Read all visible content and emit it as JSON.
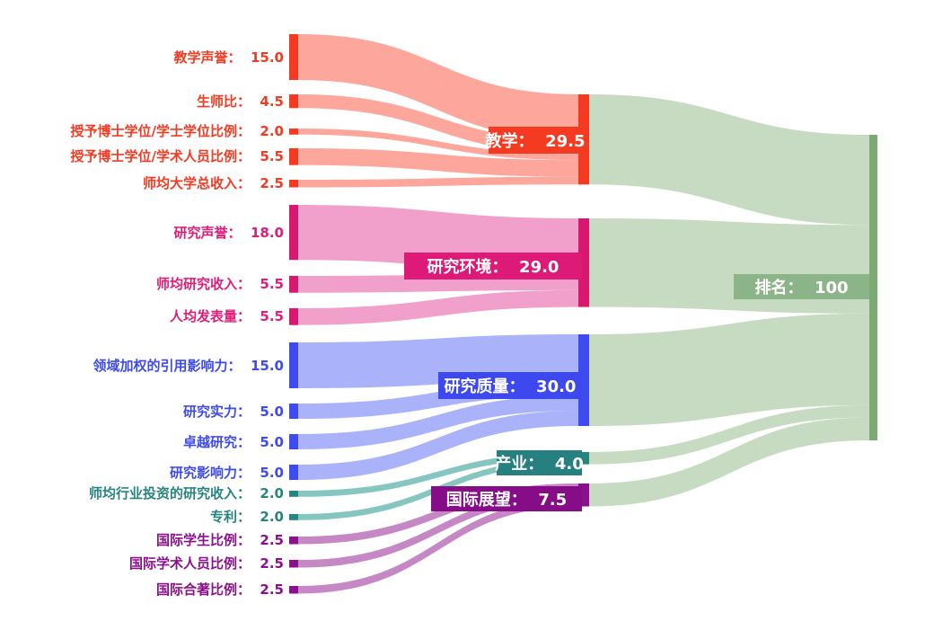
{
  "chart_data": {
    "type": "sankey",
    "title": "",
    "legend": null,
    "columns": [
      "criteria",
      "pillars",
      "total"
    ],
    "groups": {
      "teaching": {
        "node": "#f43b22",
        "flow": "#fda69c",
        "box": "#f43b22",
        "text": "#f43b22"
      },
      "research_env": {
        "node": "#d8186f",
        "flow": "#f0a0ca",
        "box": "#de1a78",
        "text": "#e21d78"
      },
      "research_quality": {
        "node": "#3e4bf0",
        "flow": "#aab2fa",
        "box": "#3d49ee",
        "text": "#3e4bf0"
      },
      "industry": {
        "node": "#28847e",
        "flow": "#85c7c0",
        "box": "#26807f",
        "text": "#28847e"
      },
      "international": {
        "node": "#8b118c",
        "flow": "#c688c4",
        "box": "#870d88",
        "text": "#8b118c"
      },
      "rank": {
        "node": "#7baa73",
        "flow": "#c7dbc2",
        "box": "#8cb489",
        "text": "#ffffff"
      }
    },
    "nodes": [
      {
        "id": "teach_rep",
        "label": "教学声誉",
        "value": "15.0",
        "group": "teaching",
        "col": 0
      },
      {
        "id": "staff_ratio",
        "label": "生师比",
        "value": "4.5",
        "group": "teaching",
        "col": 0
      },
      {
        "id": "phd_bachelor",
        "label": "授予博士学位/学士学位比例",
        "value": "2.0",
        "group": "teaching",
        "col": 0
      },
      {
        "id": "phd_staff",
        "label": "授予博士学位/学术人员比例",
        "value": "5.5",
        "group": "teaching",
        "col": 0
      },
      {
        "id": "inst_income",
        "label": "师均大学总收入",
        "value": "2.5",
        "group": "teaching",
        "col": 0
      },
      {
        "id": "res_rep",
        "label": "研究声誉",
        "value": "18.0",
        "group": "research_env",
        "col": 0
      },
      {
        "id": "res_income",
        "label": "师均研究收入",
        "value": "5.5",
        "group": "research_env",
        "col": 0
      },
      {
        "id": "pubs_per_capita",
        "label": "人均发表量",
        "value": "5.5",
        "group": "research_env",
        "col": 0
      },
      {
        "id": "fwci",
        "label": "领域加权的引用影响力",
        "value": "15.0",
        "group": "research_quality",
        "col": 0
      },
      {
        "id": "res_strength",
        "label": "研究实力",
        "value": "5.0",
        "group": "research_quality",
        "col": 0
      },
      {
        "id": "res_excellence",
        "label": "卓越研究",
        "value": "5.0",
        "group": "research_quality",
        "col": 0
      },
      {
        "id": "res_influence",
        "label": "研究影响力",
        "value": "5.0",
        "group": "research_quality",
        "col": 0
      },
      {
        "id": "industry_income",
        "label": "师均行业投资的研究收入",
        "value": "2.0",
        "group": "industry",
        "col": 0
      },
      {
        "id": "patents",
        "label": "专利",
        "value": "2.0",
        "group": "industry",
        "col": 0
      },
      {
        "id": "intl_students",
        "label": "国际学生比例",
        "value": "2.5",
        "group": "international",
        "col": 0
      },
      {
        "id": "intl_staff",
        "label": "国际学术人员比例",
        "value": "2.5",
        "group": "international",
        "col": 0
      },
      {
        "id": "intl_coauthor",
        "label": "国际合著比例",
        "value": "2.5",
        "group": "international",
        "col": 0
      },
      {
        "id": "teaching",
        "label": "教学",
        "value": "29.5",
        "group": "teaching",
        "col": 1
      },
      {
        "id": "research_env",
        "label": "研究环境",
        "value": "29.0",
        "group": "research_env",
        "col": 1
      },
      {
        "id": "research_quality",
        "label": "研究质量",
        "value": "30.0",
        "group": "research_quality",
        "col": 1
      },
      {
        "id": "industry",
        "label": "产业",
        "value": "4.0",
        "group": "industry",
        "col": 1
      },
      {
        "id": "international",
        "label": "国际展望",
        "value": "7.5",
        "group": "international",
        "col": 1
      },
      {
        "id": "rank",
        "label": "排名",
        "value": "100",
        "group": "rank",
        "col": 2
      }
    ],
    "links": [
      {
        "source": "teach_rep",
        "target": "teaching",
        "value": 15.0
      },
      {
        "source": "staff_ratio",
        "target": "teaching",
        "value": 4.5
      },
      {
        "source": "phd_bachelor",
        "target": "teaching",
        "value": 2.0
      },
      {
        "source": "phd_staff",
        "target": "teaching",
        "value": 5.5
      },
      {
        "source": "inst_income",
        "target": "teaching",
        "value": 2.5
      },
      {
        "source": "res_rep",
        "target": "research_env",
        "value": 18.0
      },
      {
        "source": "res_income",
        "target": "research_env",
        "value": 5.5
      },
      {
        "source": "pubs_per_capita",
        "target": "research_env",
        "value": 5.5
      },
      {
        "source": "fwci",
        "target": "research_quality",
        "value": 15.0
      },
      {
        "source": "res_strength",
        "target": "research_quality",
        "value": 5.0
      },
      {
        "source": "res_excellence",
        "target": "research_quality",
        "value": 5.0
      },
      {
        "source": "res_influence",
        "target": "research_quality",
        "value": 5.0
      },
      {
        "source": "industry_income",
        "target": "industry",
        "value": 2.0
      },
      {
        "source": "patents",
        "target": "industry",
        "value": 2.0
      },
      {
        "source": "intl_students",
        "target": "international",
        "value": 2.5
      },
      {
        "source": "intl_staff",
        "target": "international",
        "value": 2.5
      },
      {
        "source": "intl_coauthor",
        "target": "international",
        "value": 2.5
      },
      {
        "source": "teaching",
        "target": "rank",
        "value": 29.5
      },
      {
        "source": "research_env",
        "target": "rank",
        "value": 29.0
      },
      {
        "source": "research_quality",
        "target": "rank",
        "value": 30.0
      },
      {
        "source": "industry",
        "target": "rank",
        "value": 4.0
      },
      {
        "source": "international",
        "target": "rank",
        "value": 7.5
      }
    ]
  }
}
